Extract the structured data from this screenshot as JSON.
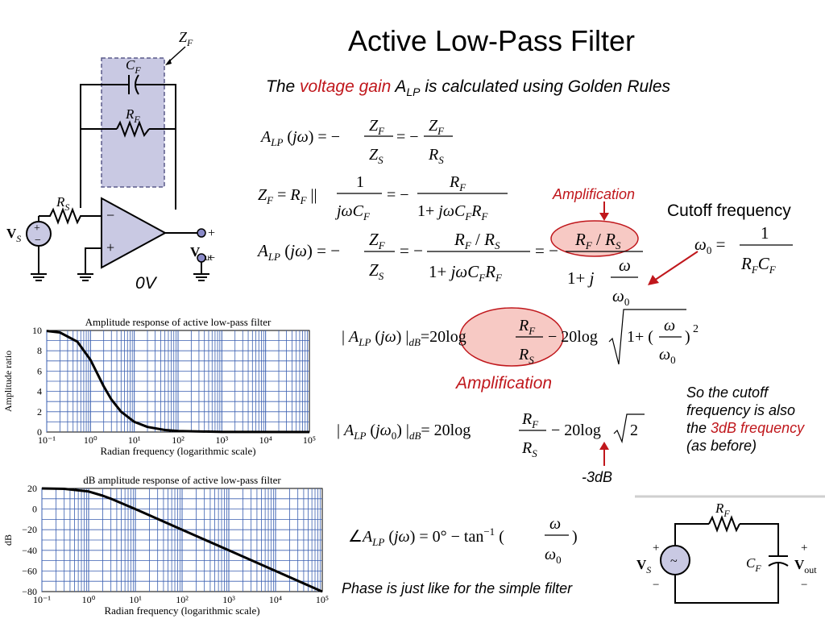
{
  "title": "Active Low-Pass Filter",
  "subtitle": {
    "prefix": "The ",
    "highlight": "voltage gain",
    "gain_symbol": "A",
    "gain_sub": "LP",
    "suffix": " is calculated using Golden Rules"
  },
  "labels": {
    "amplification_top": "Amplification",
    "amplification_mid": "Amplification",
    "cutoff_frequency": "Cutoff frequency",
    "minus_3db": "-3dB",
    "zero_v": "0V",
    "phase_note": "Phase is just like for the simple filter"
  },
  "note": {
    "line1": "So the cutoff frequency is also the ",
    "highlight": "3dB frequency",
    "line2": " (as before)"
  },
  "circuit": {
    "zf": "Z",
    "zf_sub": "F",
    "cf": "C",
    "cf_sub": "F",
    "rf": "R",
    "rf_sub": "F",
    "rs": "R",
    "rs_sub": "S",
    "vs": "V",
    "vs_sub": "S",
    "vout": "V",
    "vout_sub": "out",
    "plus": "+",
    "minus": "−"
  },
  "rc_circuit": {
    "rf": "R",
    "rf_sub": "F",
    "cf": "C",
    "cf_sub": "F",
    "vs": "V",
    "vs_sub": "S",
    "vout": "V",
    "vout_sub": "out",
    "plus": "+",
    "minus": "−",
    "source_symbol": "~"
  },
  "chart_data": [
    {
      "type": "line",
      "title": "Amplitude response of active low-pass  filter",
      "xlabel": "Radian frequency (logarithmic scale)",
      "ylabel": "Amplitude ratio",
      "xscale": "log",
      "xlim": [
        0.1,
        100000
      ],
      "ylim": [
        0,
        10
      ],
      "grid": true,
      "x_ticks": [
        "10⁻¹",
        "10⁰",
        "10¹",
        "10²",
        "10³",
        "10⁴",
        "10⁵"
      ],
      "y_ticks": [
        "0",
        "2",
        "4",
        "6",
        "8",
        "10"
      ],
      "x": [
        0.1,
        0.2,
        0.5,
        1,
        2,
        3,
        5,
        10,
        20,
        50,
        100,
        1000,
        100000
      ],
      "y": [
        9.95,
        9.8,
        8.9,
        7.1,
        4.5,
        3.2,
        2.0,
        1.0,
        0.5,
        0.2,
        0.1,
        0.01,
        0
      ]
    },
    {
      "type": "line",
      "title": "dB amplitude response of active low-pass filter",
      "xlabel": "Radian frequency (logarithmic scale)",
      "ylabel": "dB",
      "xscale": "log",
      "xlim": [
        0.1,
        100000
      ],
      "ylim": [
        -80,
        20
      ],
      "grid": true,
      "x_ticks": [
        "10⁻¹",
        "10⁰",
        "10¹",
        "10²",
        "10³",
        "10⁴",
        "10⁵"
      ],
      "y_ticks": [
        "20",
        "0",
        "−20",
        "−40",
        "−60",
        "−80"
      ],
      "x": [
        0.1,
        0.3,
        1,
        2,
        3,
        10,
        100,
        1000,
        10000,
        100000
      ],
      "y": [
        20,
        19.6,
        17,
        13,
        10,
        0,
        -20,
        -40,
        -60,
        -80
      ]
    }
  ]
}
